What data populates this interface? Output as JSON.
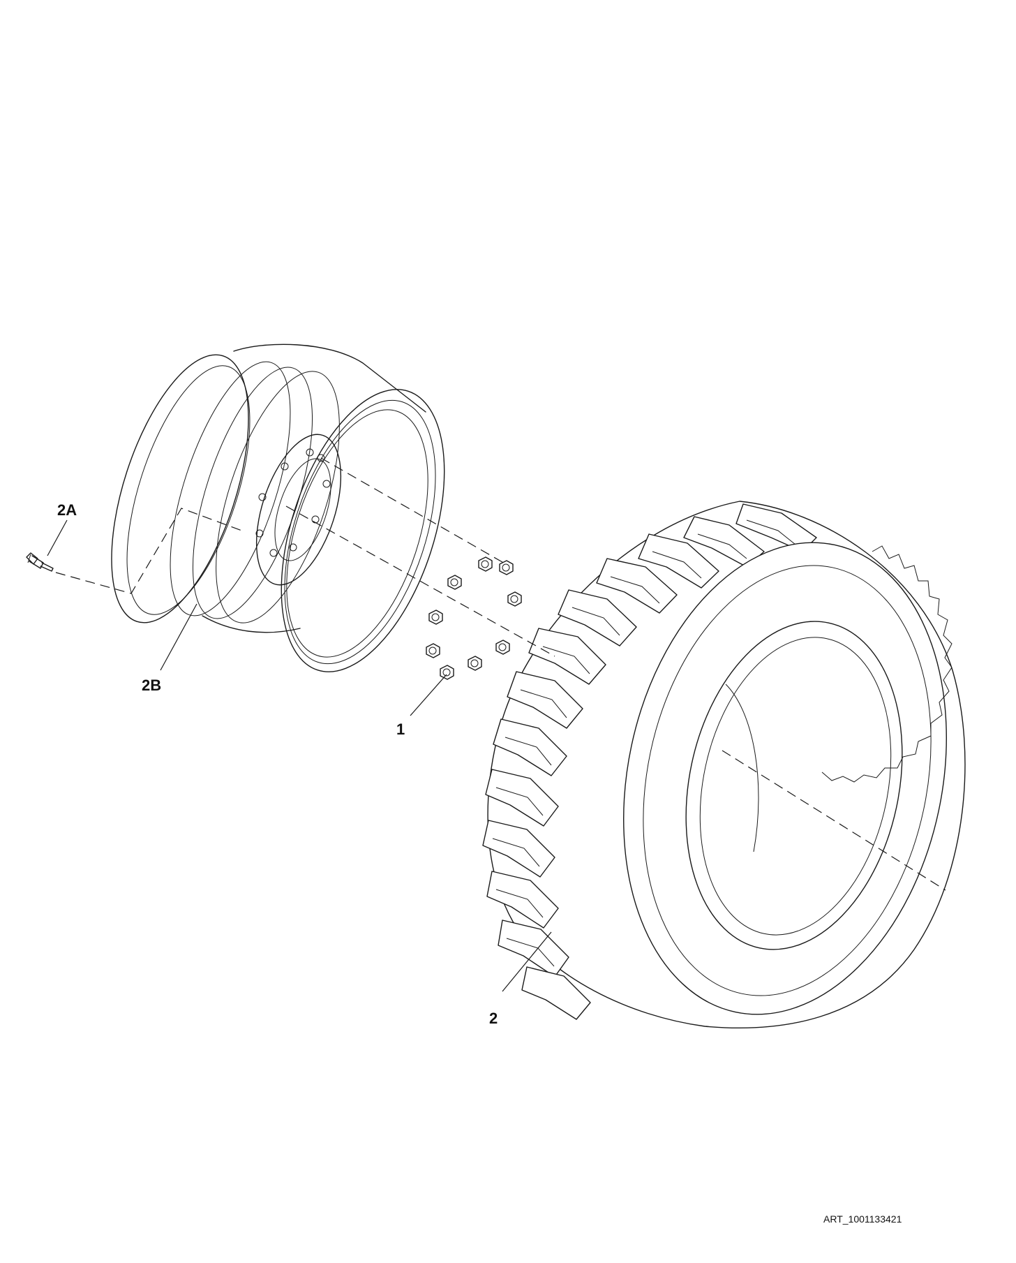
{
  "callouts": {
    "c_2a": "2A",
    "c_2b": "2B",
    "c_1": "1",
    "c_2": "2"
  },
  "art_number": "ART_1001133421",
  "colors": {
    "line": "#1a1a1a",
    "background": "#ffffff"
  }
}
